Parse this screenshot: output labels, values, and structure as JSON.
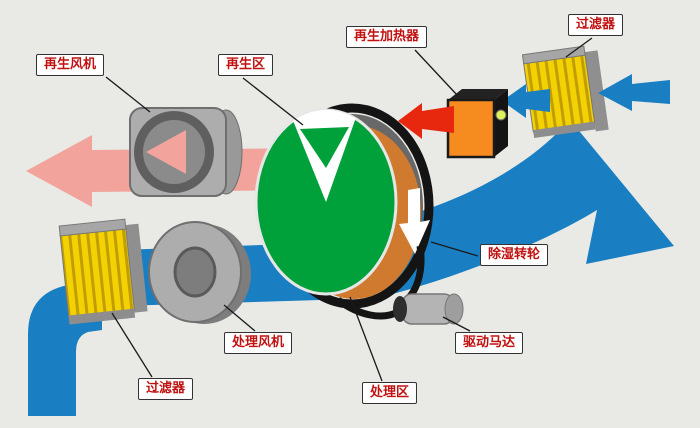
{
  "labels": {
    "regen_fan": "再生风机",
    "regen_zone": "再生区",
    "regen_heater": "再生加热器",
    "filter_top": "过滤器",
    "dehumid_wheel": "除湿转轮",
    "drive_motor": "驱动马达",
    "process_fan": "处理风机",
    "filter_bottom": "过滤器",
    "process_zone": "处理区"
  },
  "colors": {
    "background": "#e9eae6",
    "airflow_blue": "#1a7ec2",
    "exhaust_pink": "#f2a49c",
    "hot_air_red": "#e8270f",
    "wheel_green": "#00a13a",
    "heater_orange": "#f68b1f",
    "filter_yellow": "#f3d103",
    "component_gray": "#adadad",
    "belt_black": "#141414",
    "wheel_back_orange": "#cf7a2e",
    "lamp_yellow": "#dff25a",
    "label_text_red": "#c11111"
  }
}
